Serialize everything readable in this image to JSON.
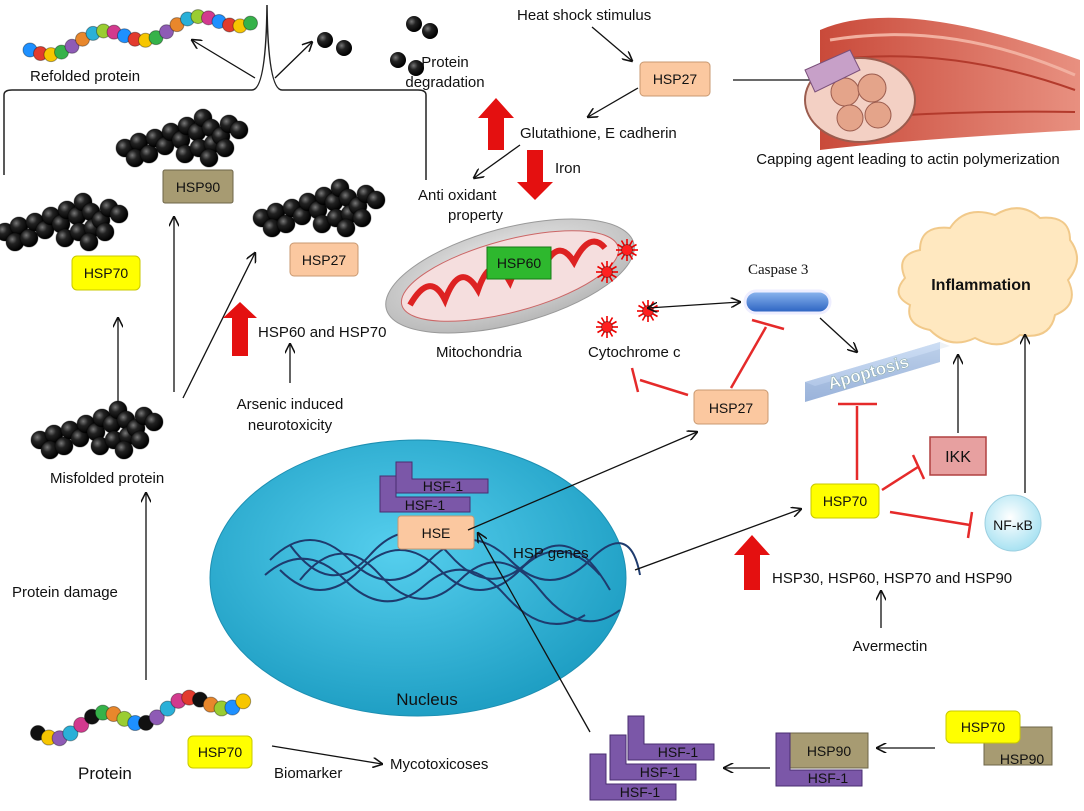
{
  "labels": {
    "refolded_protein": "Refolded protein",
    "protein_degradation_1": "Protein",
    "protein_degradation_2": "degradation",
    "heat_shock": "Heat shock stimulus",
    "glutathione": "Glutathione, E cadherin",
    "iron": "Iron",
    "anti_oxidant_1": "Anti oxidant",
    "anti_oxidant_2": "property",
    "capping": "Capping agent leading to actin polymerization",
    "mitochondria": "Mitochondria",
    "cytochrome": "Cytochrome c",
    "caspase": "Caspase 3",
    "inflammation": "Inflammation",
    "apoptosis": "Apoptosis",
    "hsp60_hsp70": "HSP60 and HSP70",
    "arsenic_1": "Arsenic induced",
    "arsenic_2": "neurotoxicity",
    "misfolded": "Misfolded protein",
    "protein_damage": "Protein damage",
    "protein": "Protein",
    "biomarker": "Biomarker",
    "mycotoxicoses": "Mycotoxicoses",
    "nucleus": "Nucleus",
    "hsp_genes": "HSP genes",
    "hsp_up": "HSP30, HSP60, HSP70 and HSP90",
    "avermectin": "Avermectin",
    "ikk": "IKK",
    "nfkb": "NF-κB"
  },
  "boxes": {
    "hsp90_top": "HSP90",
    "hsp70_left": "HSP70",
    "hsp27_mid": "HSP27",
    "hsp27_top": "HSP27",
    "hsp60_mito": "HSP60",
    "hsp27_apop": "HSP27",
    "hsp70_right": "HSP70",
    "hsp70_bottom": "HSP70",
    "hsp70_br": "HSP70",
    "hsp90_br": "HSP90",
    "hsp90_complex": "HSP90",
    "hse": "HSE"
  },
  "hsf": {
    "nucleus_1": "HSF-1",
    "nucleus_2": "HSF-1",
    "complex": "HSF-1",
    "trimer_1": "HSF-1",
    "trimer_2": "HSF-1",
    "trimer_3": "HSF-1"
  },
  "colors": {
    "yellow_box": "#ffff00",
    "peach_box": "#fbc8a0",
    "olive_box": "#a79b72",
    "green_box": "#2eb82e",
    "purple_hsf": "#7b57a8",
    "red_arrow": "#e41010",
    "inhibit_red": "#e52a2a",
    "nucleus": "#3ab7dc",
    "inflammation": "#ffe8c0"
  }
}
